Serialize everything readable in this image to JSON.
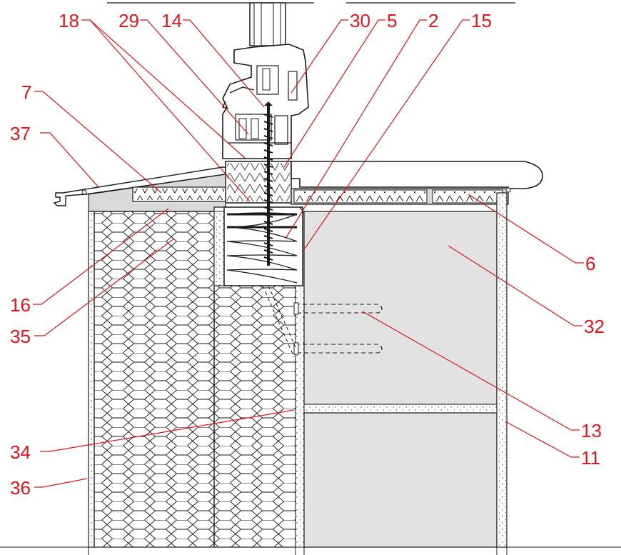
{
  "drawing": {
    "colors": {
      "callout": "#e0141c",
      "line": "#1a1a1a",
      "grey_fill": "#d9d9d9",
      "light_grey_fill": "#e8e8e8"
    },
    "callouts": [
      {
        "id": "c18",
        "text": "18"
      },
      {
        "id": "c29",
        "text": "29"
      },
      {
        "id": "c14",
        "text": "14"
      },
      {
        "id": "c30",
        "text": "30"
      },
      {
        "id": "c5",
        "text": "5"
      },
      {
        "id": "c2",
        "text": "2"
      },
      {
        "id": "c15",
        "text": "15"
      },
      {
        "id": "c7",
        "text": "7"
      },
      {
        "id": "c37",
        "text": "37"
      },
      {
        "id": "c6",
        "text": "6"
      },
      {
        "id": "c32",
        "text": "32"
      },
      {
        "id": "c16",
        "text": "16"
      },
      {
        "id": "c35",
        "text": "35"
      },
      {
        "id": "c13",
        "text": "13"
      },
      {
        "id": "c11",
        "text": "11"
      },
      {
        "id": "c34",
        "text": "34"
      },
      {
        "id": "c36",
        "text": "36"
      }
    ]
  }
}
